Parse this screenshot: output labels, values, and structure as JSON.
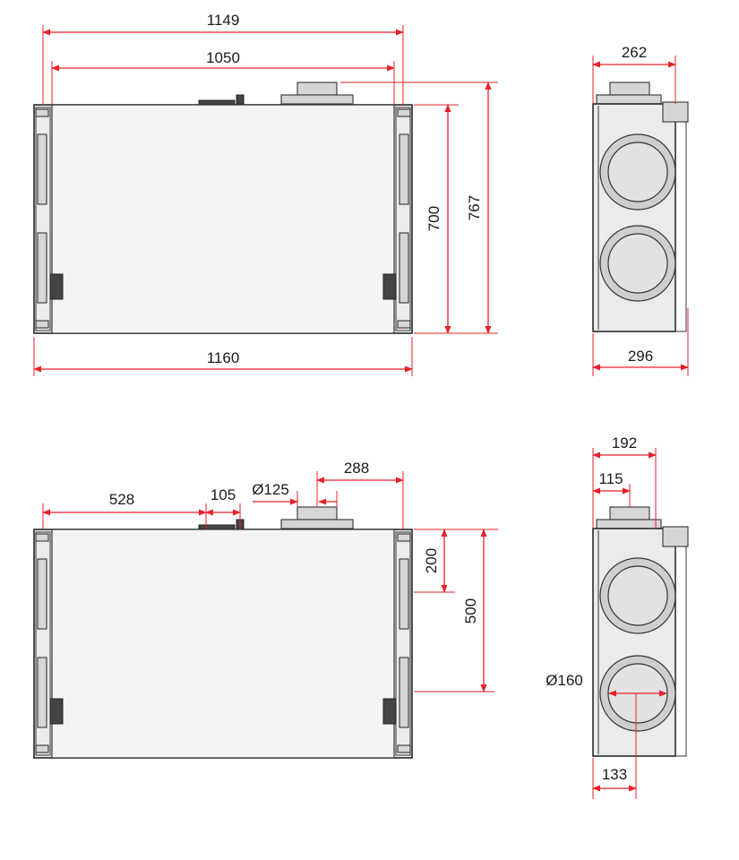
{
  "dimensions": {
    "w1149": "1149",
    "w1050": "1050",
    "w1160": "1160",
    "h700": "700",
    "h767": "767",
    "w262": "262",
    "w296": "296",
    "d528": "528",
    "d105": "105",
    "d125": "Ø125",
    "d288": "288",
    "h200": "200",
    "h500": "500",
    "w192": "192",
    "w115": "115",
    "d160": "Ø160",
    "w133": "133"
  },
  "colors": {
    "dimension": "#e8202a",
    "outline": "#2a2a2a",
    "body": "#ebebeb"
  }
}
